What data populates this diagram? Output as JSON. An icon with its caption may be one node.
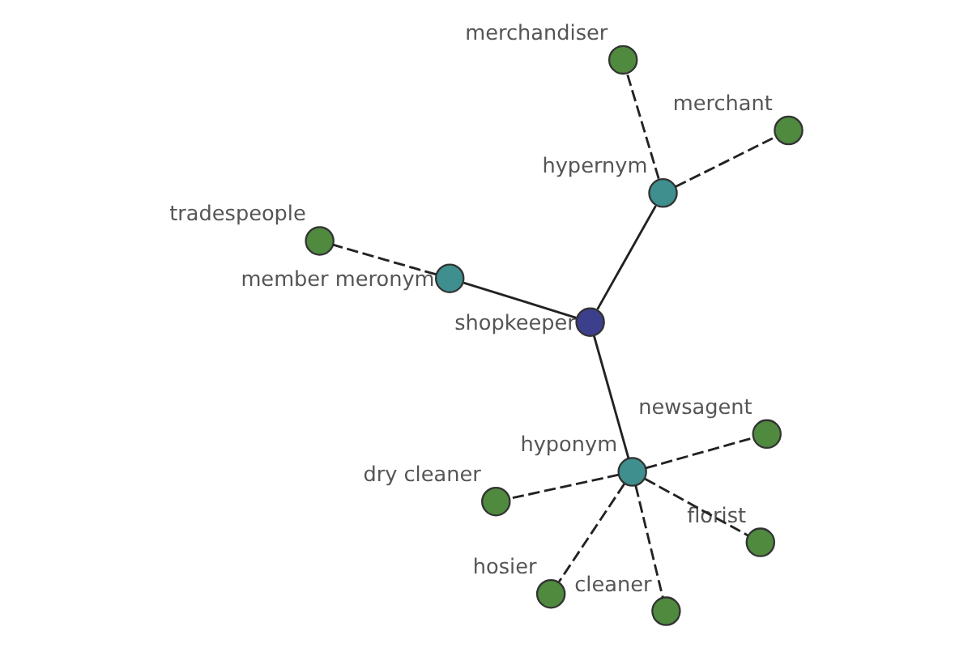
{
  "diagram": {
    "nodes": [
      {
        "text": [],
        "shape": "circle",
        "beside": [
          "merchandiser"
        ]
      },
      {
        "text": [],
        "shape": "circle",
        "beside": [
          "hypernym"
        ]
      },
      {
        "text": [],
        "shape": "circle",
        "beside": [
          "tradespeople"
        ]
      },
      {
        "text": [],
        "shape": "circle",
        "beside": [
          "member meronym"
        ]
      },
      {
        "text": [],
        "shape": "circle",
        "beside": [
          "shopkeeper"
        ]
      },
      {
        "text": [],
        "shape": "circle",
        "beside": [
          "merchant"
        ]
      },
      {
        "text": [],
        "shape": "circle",
        "beside": [
          "hosier"
        ]
      },
      {
        "text": [],
        "shape": "circle",
        "beside": [
          "hyponym"
        ]
      },
      {
        "text": [],
        "shape": "circle",
        "beside": [
          "cleaner"
        ]
      },
      {
        "text": [],
        "shape": "circle",
        "beside": [
          "newsagent"
        ]
      },
      {
        "text": [],
        "shape": "circle",
        "beside": [
          "florist"
        ]
      },
      {
        "text": [],
        "shape": "circle",
        "beside": [
          "dry cleaner"
        ]
      }
    ],
    "edges": [
      {
        "from": 4,
        "to": 1,
        "arrow": "none"
      },
      {
        "from": 4,
        "to": 3,
        "arrow": "none"
      },
      {
        "from": 4,
        "to": 7,
        "arrow": "none"
      },
      {
        "from": 1,
        "to": 0,
        "arrow": "none",
        "style": "dashed"
      },
      {
        "from": 1,
        "to": 5,
        "arrow": "none",
        "style": "dashed"
      },
      {
        "from": 3,
        "to": 2,
        "arrow": "none",
        "style": "dashed"
      },
      {
        "from": 7,
        "to": 6,
        "arrow": "none",
        "style": "dashed"
      },
      {
        "from": 7,
        "to": 8,
        "arrow": "none",
        "style": "dashed"
      },
      {
        "from": 7,
        "to": 9,
        "arrow": "none",
        "style": "dashed"
      },
      {
        "from": 7,
        "to": 10,
        "arrow": "none",
        "style": "dashed"
      },
      {
        "from": 7,
        "to": 11,
        "arrow": "none",
        "style": "dashed"
      }
    ]
  }
}
